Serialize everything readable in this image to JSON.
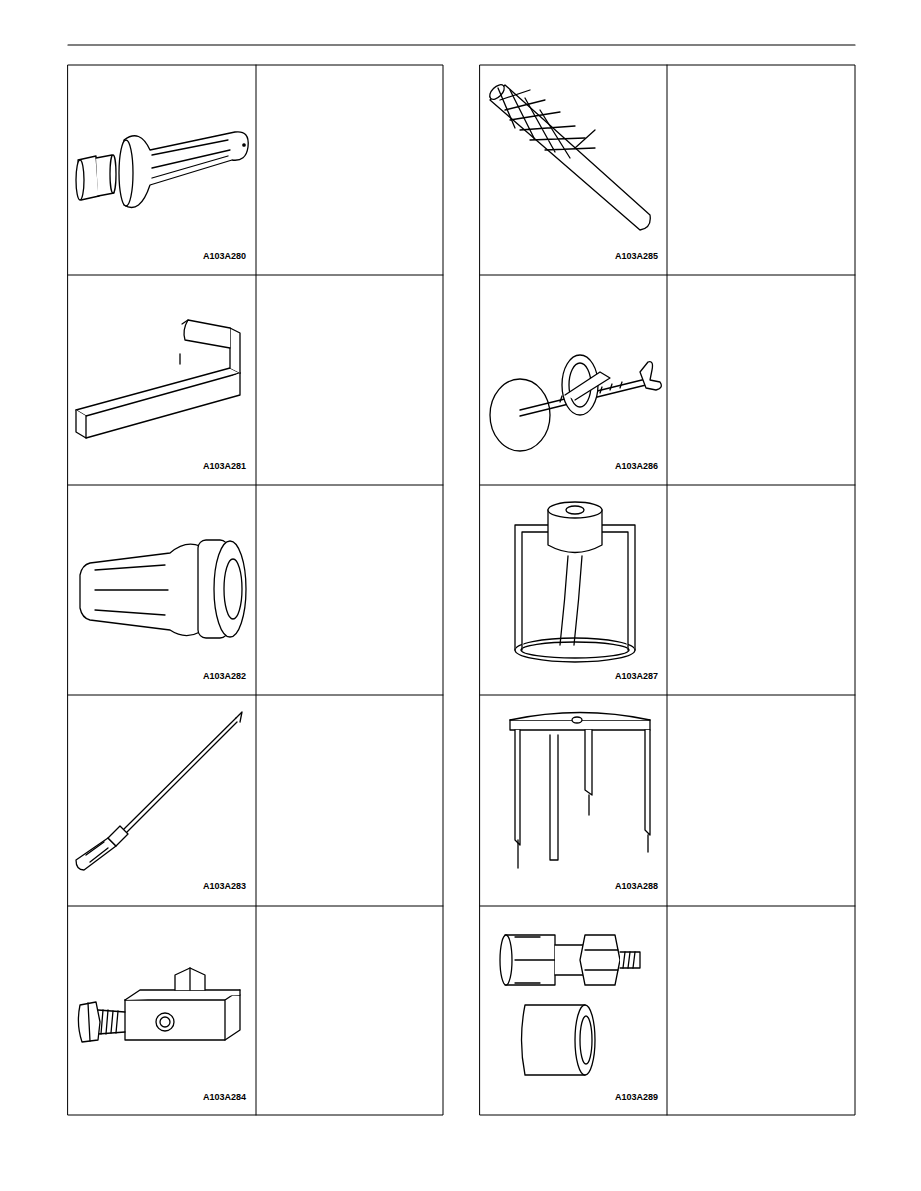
{
  "diagram": {
    "nodes": [
      {
        "text": [
          "A103A280"
        ]
      },
      {
        "text": [
          "A103A281"
        ]
      },
      {
        "text": [
          "A103A282"
        ]
      },
      {
        "text": [
          "A103A283"
        ]
      },
      {
        "text": [
          "A103A284"
        ]
      },
      {
        "text": [
          "A103A285"
        ]
      },
      {
        "text": [
          "A103A286"
        ]
      },
      {
        "text": [
          "A103A287"
        ]
      },
      {
        "text": [
          "A103A288"
        ]
      },
      {
        "text": [
          "A103A289"
        ]
      }
    ]
  }
}
